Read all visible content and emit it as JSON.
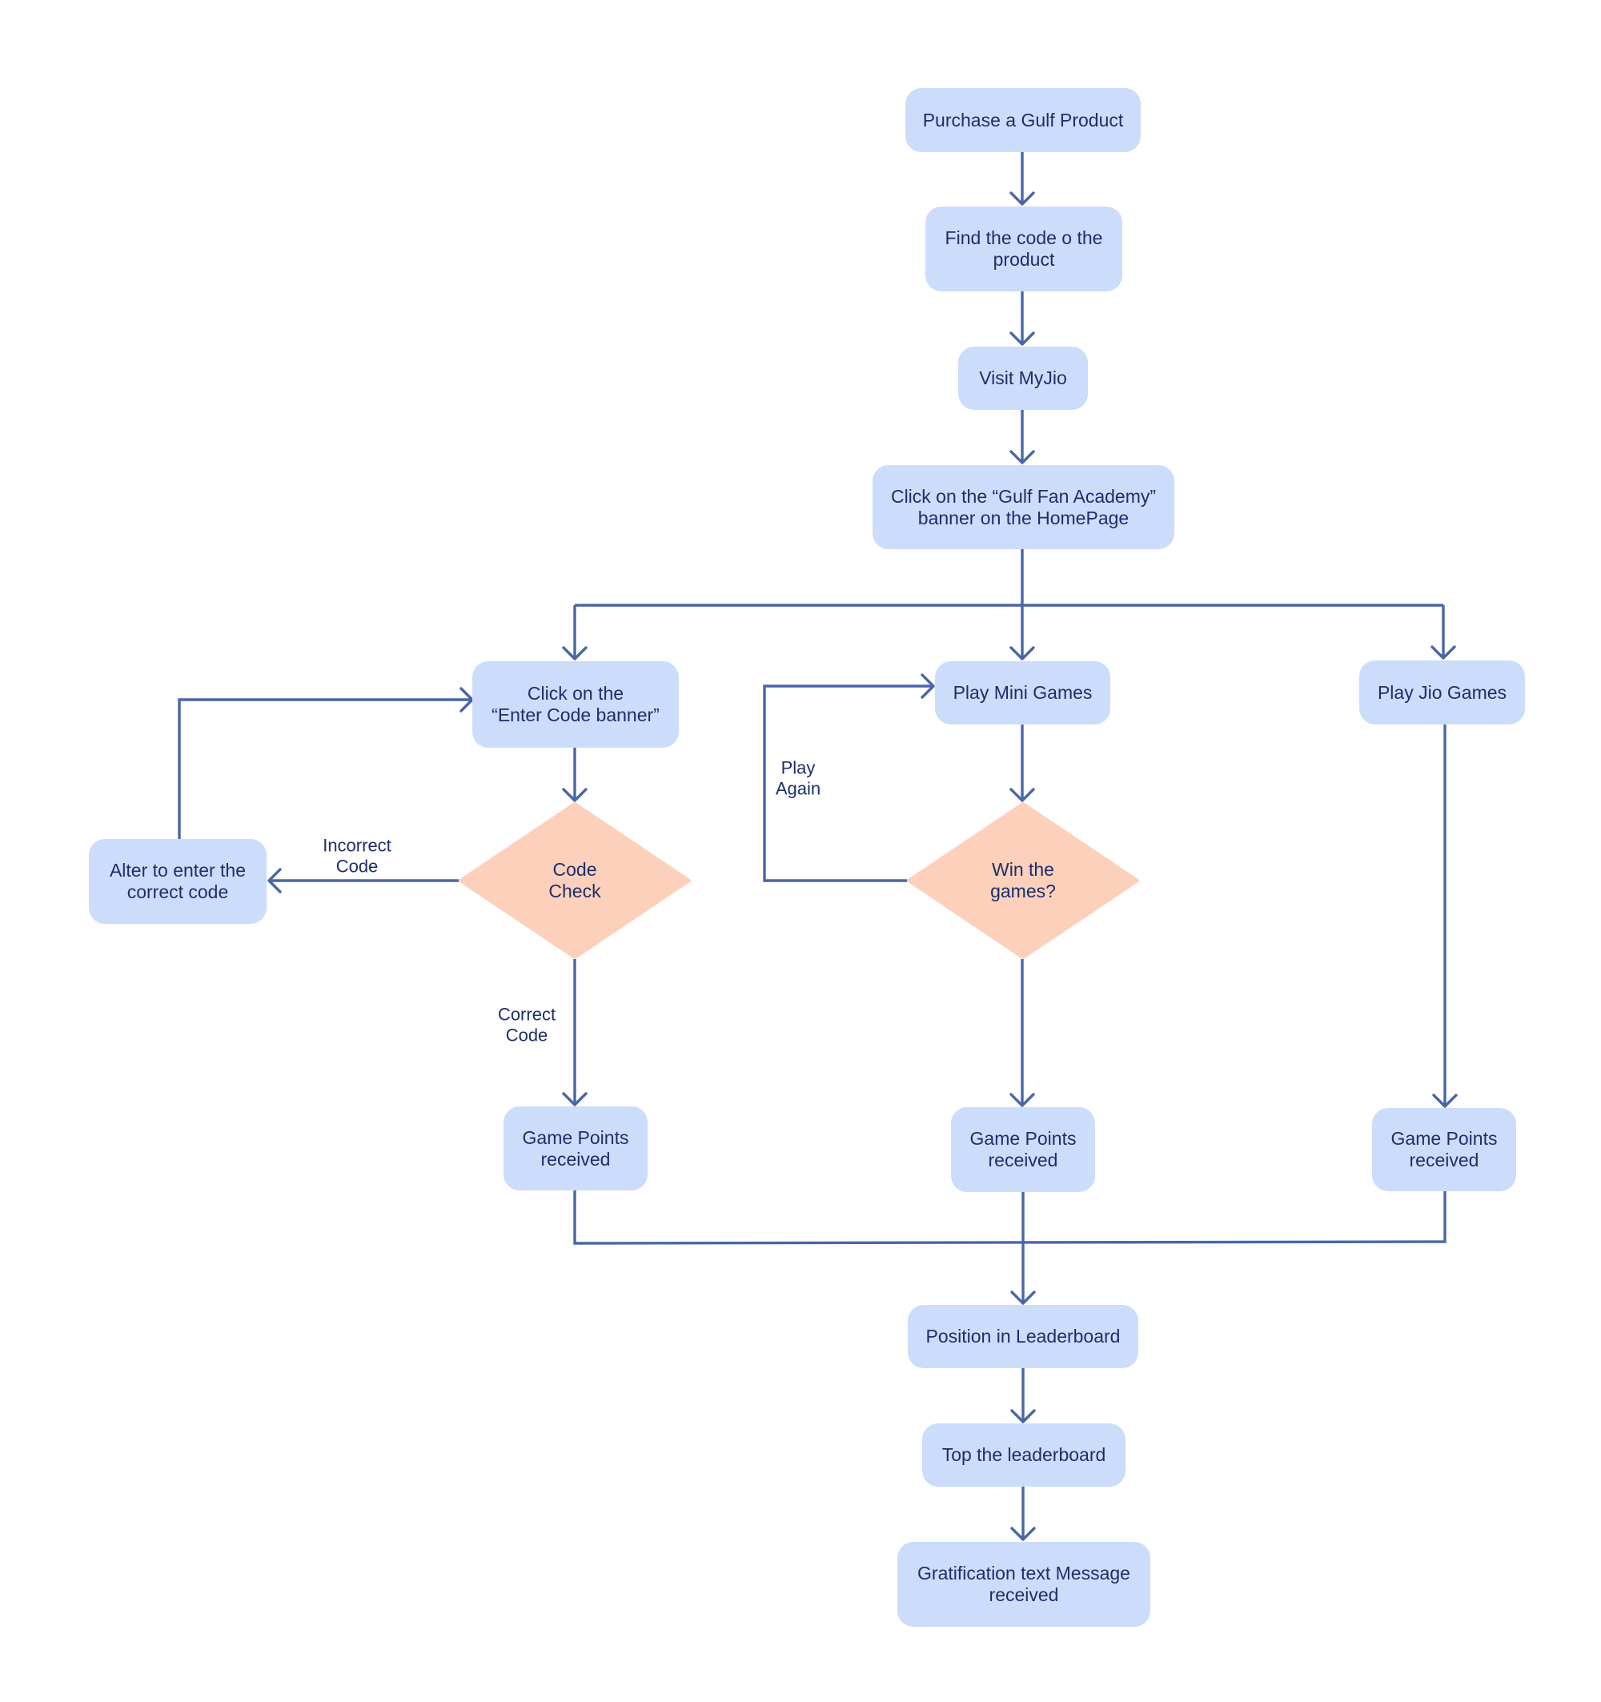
{
  "nodes": {
    "purchase": "Purchase a Gulf Product",
    "find_code": "Find the code o the\nproduct",
    "visit_myjio": "Visit MyJio",
    "click_banner": "Click on the “Gulf Fan Academy”\nbanner on the HomePage",
    "enter_code": "Click on the\n“Enter Code banner”",
    "play_mini": "Play Mini Games",
    "play_jio": "Play Jio Games",
    "alter_code": "Alter to enter the\ncorrect code",
    "code_check": "Code\nCheck",
    "win_games": "Win the\ngames?",
    "points_left": "Game Points\nreceived",
    "points_mid": "Game Points\nreceived",
    "points_right": "Game Points\nreceived",
    "leaderboard_position": "Position in Leaderboard",
    "top_leaderboard": "Top the leaderboard",
    "gratification": "Gratification text Message\nreceived"
  },
  "edge_labels": {
    "incorrect": "Incorrect\nCode",
    "correct": "Correct\nCode",
    "play_again": "Play\nAgain"
  },
  "colors": {
    "node_fill": "#ccdcfb",
    "decision_fill": "#fcd0bb",
    "edge": "#4a66a8",
    "text": "#1d2f6b"
  }
}
